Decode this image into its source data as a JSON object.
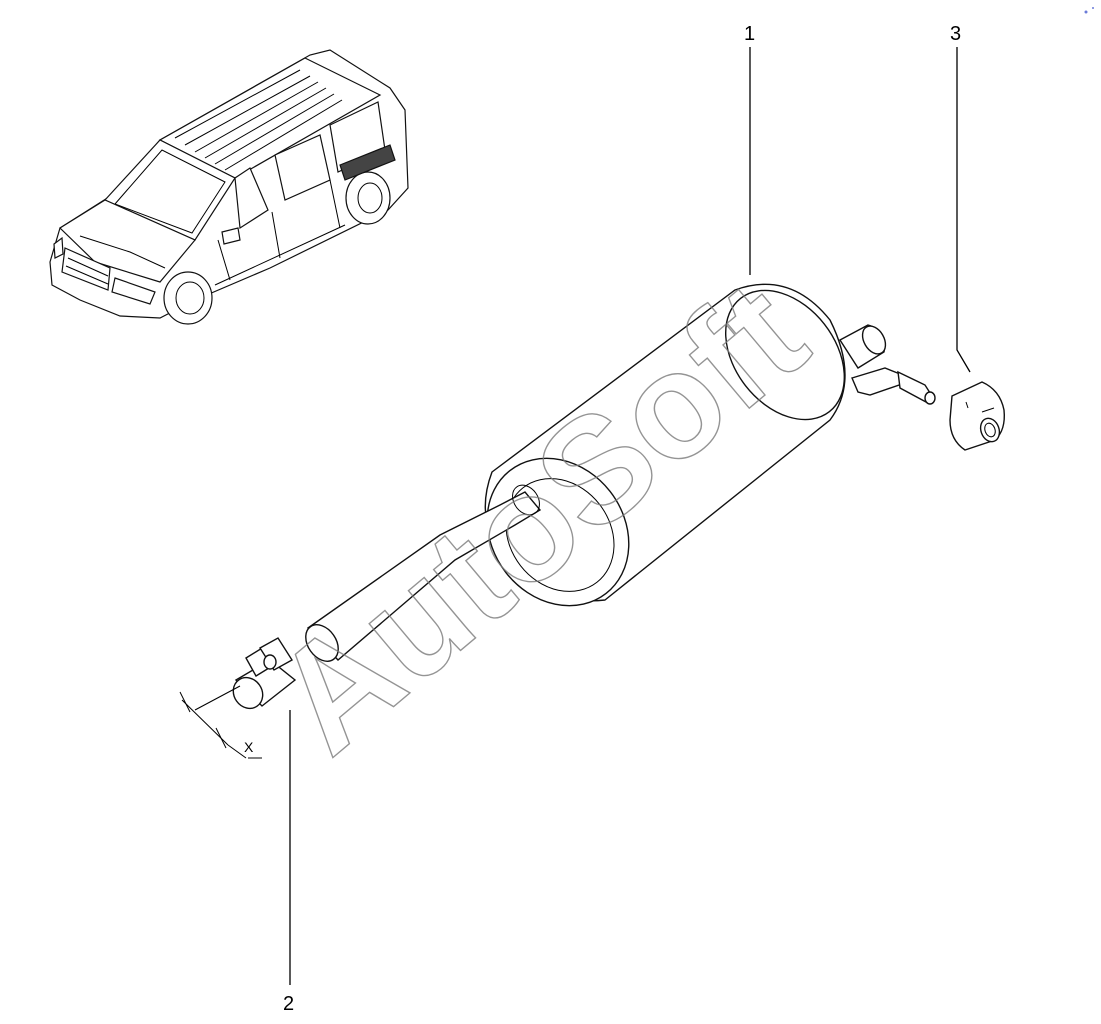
{
  "callouts": {
    "part_1": "1",
    "part_2": "2",
    "part_3": "3"
  },
  "dimension": {
    "x_label": "X"
  },
  "watermark": {
    "text": "AutoSoft"
  }
}
